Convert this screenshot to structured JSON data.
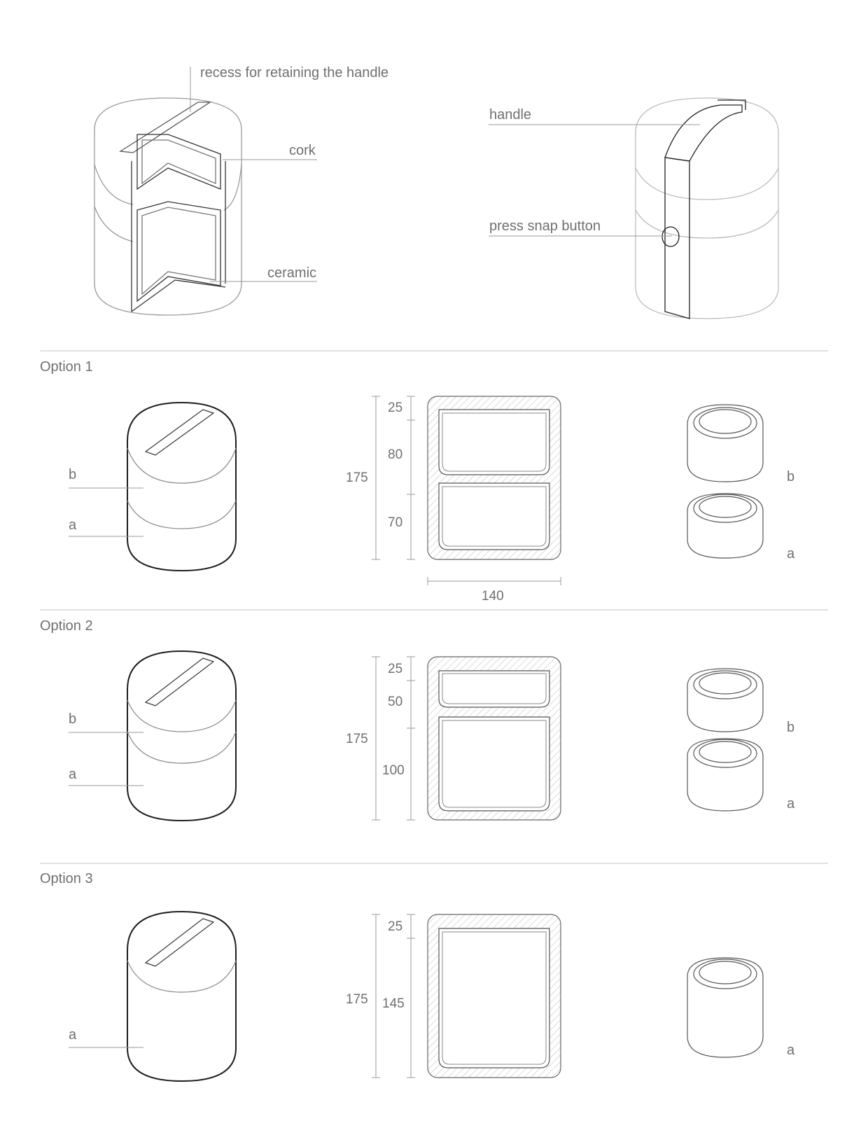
{
  "top": {
    "callouts": {
      "recess": "recess for retaining the handle",
      "cork": "cork",
      "ceramic": "ceramic",
      "handle": "handle",
      "snap": "press snap button"
    }
  },
  "options": [
    {
      "title": "Option 1",
      "total": "175",
      "top_dim": "25",
      "dims": [
        "80",
        "70"
      ],
      "width": "140",
      "stack_labels": [
        "b",
        "a"
      ],
      "part_labels": [
        "b",
        "a"
      ]
    },
    {
      "title": "Option 2",
      "total": "175",
      "top_dim": "25",
      "dims": [
        "50",
        "100"
      ],
      "stack_labels": [
        "b",
        "a"
      ],
      "part_labels": [
        "b",
        "a"
      ]
    },
    {
      "title": "Option 3",
      "total": "175",
      "top_dim": "25",
      "dims": [
        "145"
      ],
      "stack_labels": [
        "a"
      ],
      "part_labels": [
        "a"
      ]
    }
  ],
  "colors": {
    "line": "#9a9a9a",
    "ink": "#1e1e1e",
    "text": "#6f6f6f",
    "divider": "#cfcfcf"
  }
}
